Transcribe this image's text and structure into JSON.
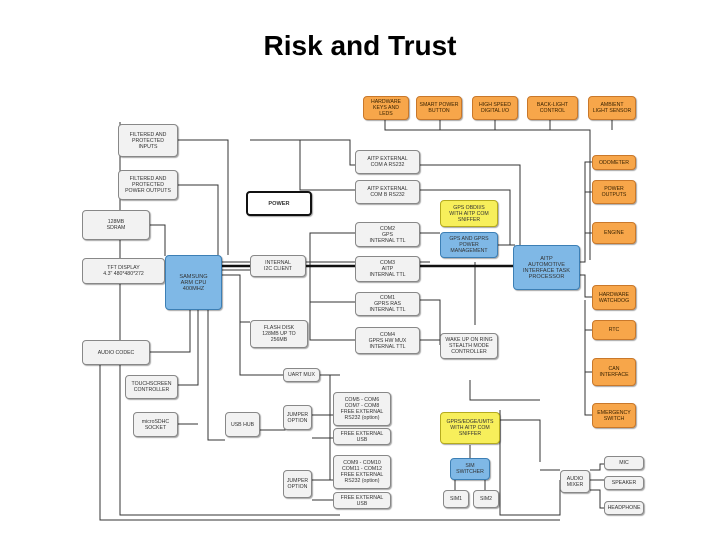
{
  "title": "Risk and Trust",
  "colors": {
    "orange": "#f7a64a",
    "yellow": "#f7ef5b",
    "blue": "#7fb8e6",
    "grey": "#f2f2f2",
    "wire": "#333333"
  },
  "boxes": {
    "hardware_keys": "HARDWARE\nKEYS AND\nLEDS",
    "smart_power_button": "SMART POWER\nBUTTON",
    "high_speed_digital": "HIGH SPEED\nDIGITAL I/O",
    "backlight_control": "BACK-LIGHT\nCONTROL",
    "ambient_light_sensor": "AMBIENT\nLIGHT SENSOR",
    "filtered_inputs": "FILTERED AND\nPROTECTED\nINPUTS",
    "filtered_outputs": "FILTERED AND\nPROTECTED\nPOWER OUTPUTS",
    "sdram": "128MB\nSDRAM",
    "tft_display": "TFT DISPLAY\n4.3\" 480*480*272",
    "samsung_cpu": "SAMSUNG\nARM CPU\n400MHZ",
    "audio_codec": "AUDIO CODEC",
    "touchscreen": "TOUCHSCREEN\nCONTROLLER",
    "microsd": "microSDHC\nSOCKET",
    "power": "POWER",
    "internal_i2c": "INTERNAL\nI2C CLIENT",
    "flash_disk": "FLASH DISK\n128MB UP TO\n256MB",
    "uart_mux": "UART MUX",
    "usb_hub": "USB HUB",
    "jumper_option_1": "JUMPER\nOPTION",
    "jumper_option_2": "JUMPER\nOPTION",
    "aitp_com_a": "AITP EXTERNAL\nCOM A RS232",
    "aitp_com_b": "AITP EXTERNAL\nCOM B RS232",
    "com2_gps": "COM2\nGPS\nINTERNAL TTL",
    "com3_aitp": "COM3\nAITP\nINTERNAL TTL",
    "com1_gprs": "COM1\nGPRS RAS\nINTERNAL TTL",
    "com4_gprs_mux": "COM4\nGPRS HW MUX\nINTERNAL TTL",
    "com5_com8": "COM5 - COM6\nCOM7 - COM8\nFREE EXTERNAL\nRS232 (option)",
    "free_usb_1": "FREE EXTERNAL\nUSB",
    "com9_com12": "COM9 - COM10\nCOM11 - COM12\nFREE EXTERNAL\nRS232 (option)",
    "free_usb_2": "FREE EXTERNAL\nUSB",
    "gps_obdii": "GPS OBDII/S\nWITH AITP COM\nSNIFFER",
    "gps_power_mgmt": "GPS AND GPRS\nPOWER\nMANAGEMENT",
    "wake_up": "WAKE UP ON RING\nSTEALTH MODE\nCONTROLLER",
    "gprs_edge": "GPRS/EDGE/UMTS\nWITH AITP COM\nSNIFFER",
    "sim_switcher": "SIM\nSWITCHER",
    "sim1": "SIM1",
    "sim2": "SIM2",
    "aitp_processor": "AITP\nAUTOMOTIVE\nINTERFACE TASK\nPROCESSOR",
    "odometer": "ODOMETER",
    "power_outputs": "POWER\nOUTPUTS",
    "engine": "ENGINE",
    "hw_watchdog": "HARDWARE\nWATCHDOG",
    "rtc": "RTC",
    "can_interface": "CAN\nINTERFACE",
    "emergency_switch": "EMERGENCY\nSWITCH",
    "audio_mixer": "AUDIO\nMIXER",
    "mic": "MIC",
    "speaker": "SPEAKER",
    "headphone": "HEADPHONE"
  }
}
